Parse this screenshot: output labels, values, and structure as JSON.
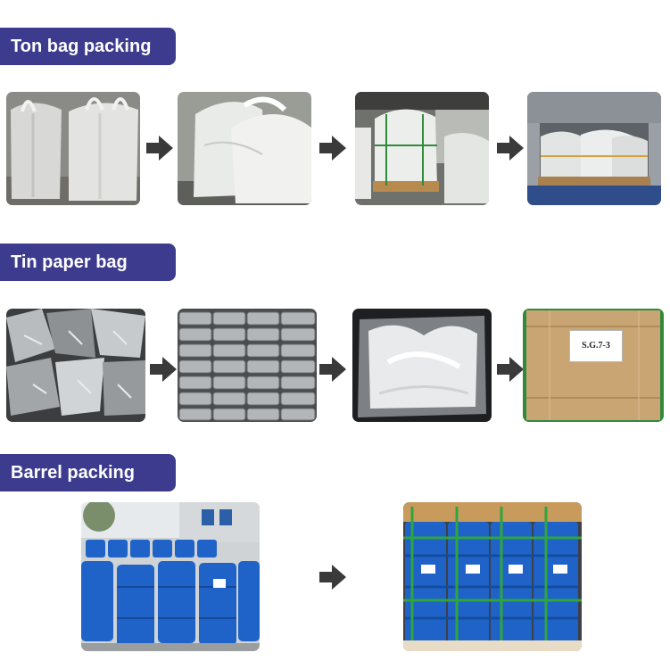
{
  "sections": [
    {
      "title": "Ton bag packing"
    },
    {
      "title": "Tin paper bag"
    },
    {
      "title": "Barrel packing"
    }
  ],
  "label_text": "S.G.7-3",
  "colors": {
    "tag_bg": "#3d3b8e",
    "tag_text": "#ffffff",
    "arrow": "#3a3a3a",
    "barrel_blue": "#1f63c9"
  },
  "icons": [
    "arrow-right-icon"
  ]
}
